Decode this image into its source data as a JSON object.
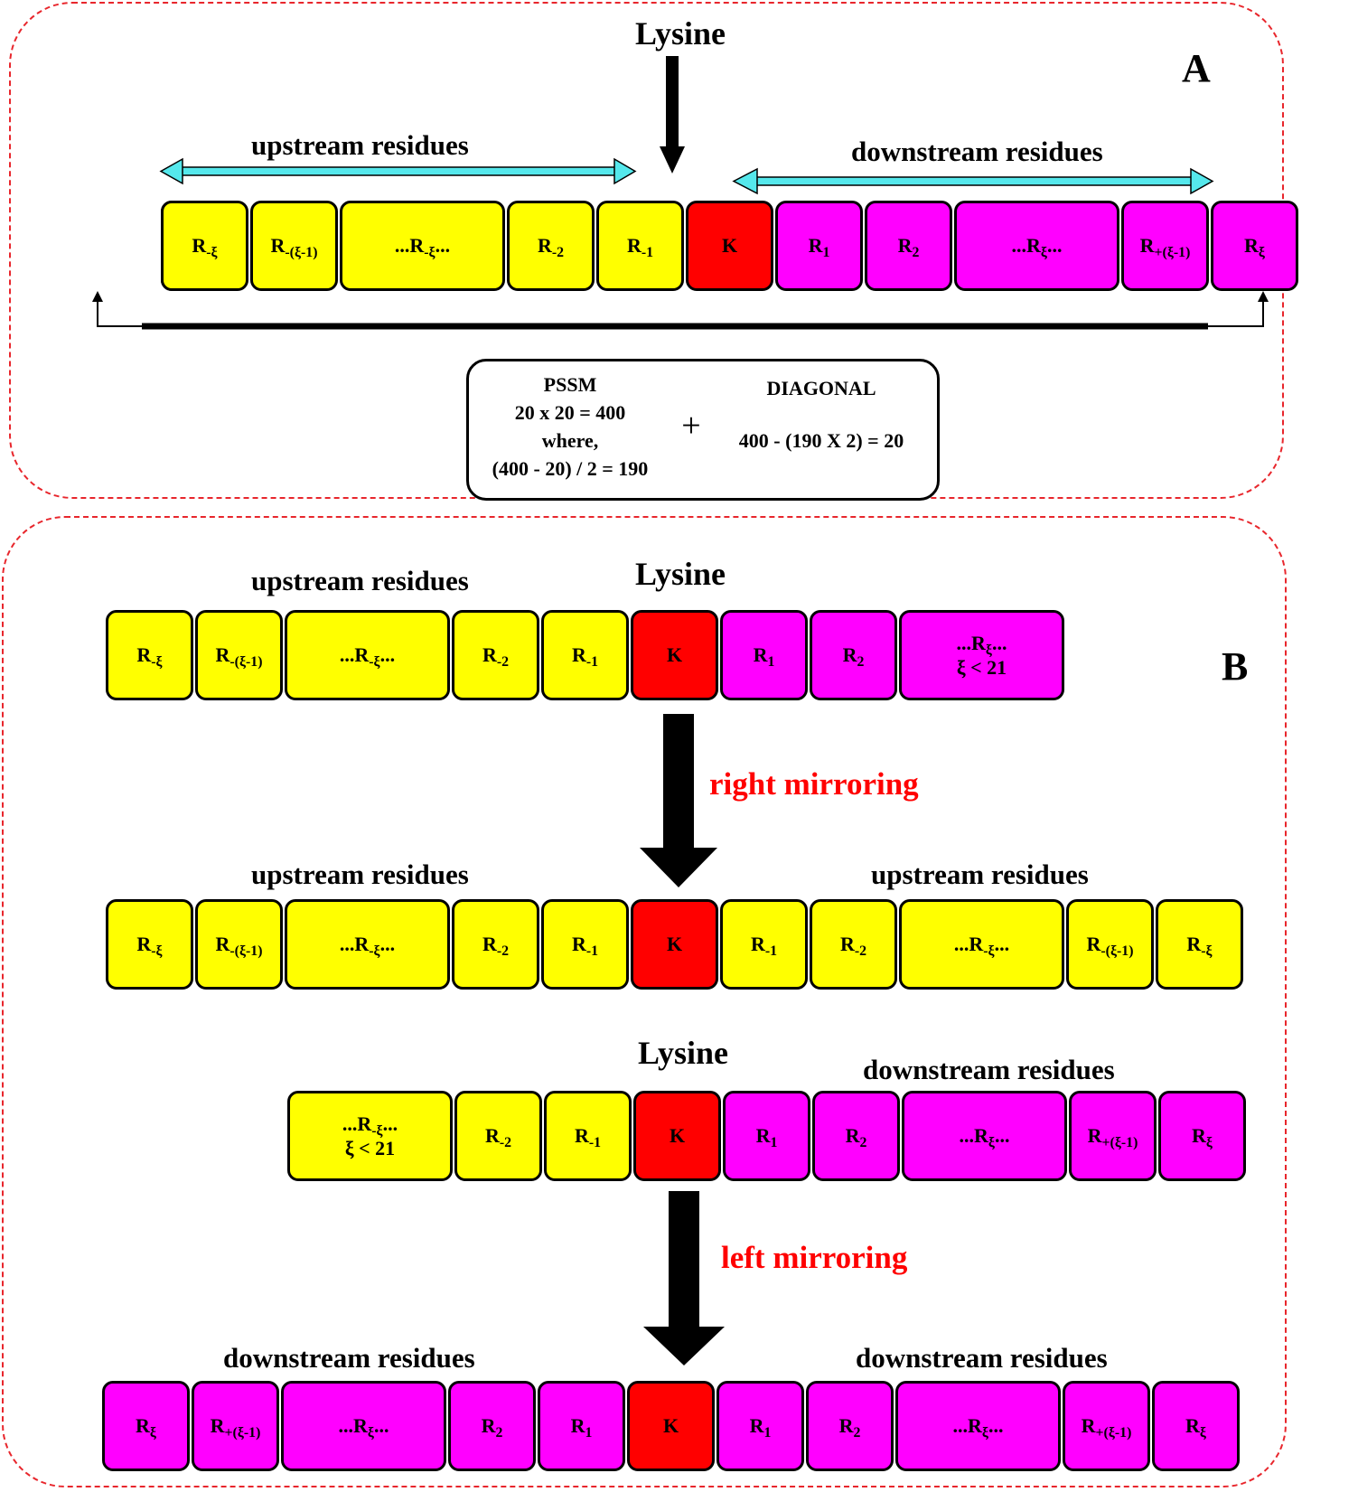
{
  "panel_a": {
    "panel_label": "A",
    "title": "Lysine",
    "upstream_label": "upstream residues",
    "downstream_label": "downstream residues",
    "formula": {
      "left_lines": [
        "PSSM",
        "20 x 20 = 400",
        "where,",
        "(400 - 20) / 2 = 190"
      ],
      "plus": "+",
      "right_title": "DIAGONAL",
      "right_line": "400 - (190 X 2) = 20"
    }
  },
  "panel_b": {
    "panel_label": "B",
    "row1_title": "Lysine",
    "row1_upstream_label": "upstream residues",
    "right_mirroring_label": "right mirroring",
    "row2_left_label": "upstream residues",
    "row2_right_label": "upstream residues",
    "row3_title": "Lysine",
    "row3_downstream_label": "downstream residues",
    "left_mirroring_label": "left mirroring",
    "row4_left_label": "downstream residues",
    "row4_right_label": "downstream residues"
  },
  "cells": {
    "r_neg_xi": "R-ξ",
    "r_neg_xi_minus1": "R-(ξ-1)",
    "r_neg_dots": "...R-ξ...",
    "r_neg2": "R-2",
    "r_neg1": "R-1",
    "k": "K",
    "r_pos1": "R1",
    "r_pos2": "R2",
    "r_pos_dots": "...Rξ...",
    "r_pos_xi_minus1": "R+(ξ-1)",
    "r_pos_xi": "Rξ",
    "xi_lt_21": "ξ < 21"
  },
  "colors": {
    "upstream": "#ffff00",
    "downstream": "#ff00ff",
    "lysine": "#ff0000",
    "arrow_cyan": "#55e8ec",
    "mirroring_text": "#ff0000",
    "panel_border": "#e8262c"
  }
}
